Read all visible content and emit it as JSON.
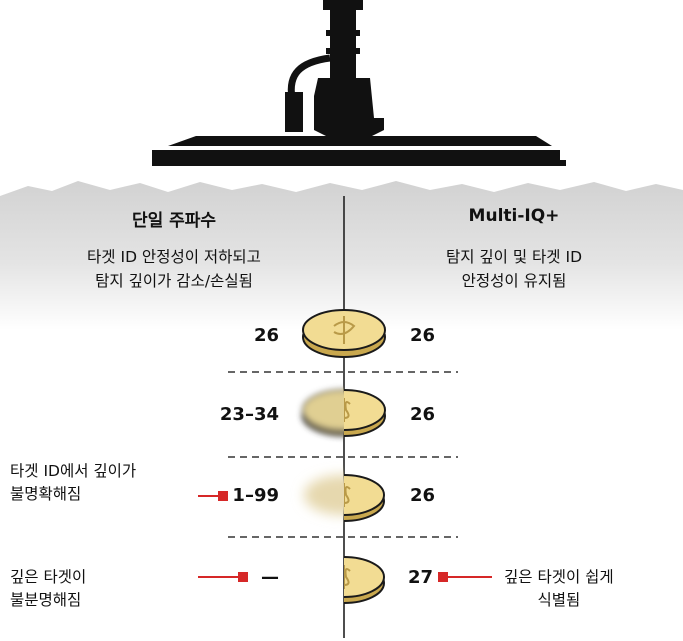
{
  "columns": {
    "left": {
      "heading": "단일 주파수",
      "description": [
        "타겟 ID 안정성이 저하되고",
        "탐지 깊이가 감소/손실됨"
      ]
    },
    "right": {
      "heading": "Multi-IQ+",
      "description": [
        "탐지 깊이 및 타겟 ID",
        "안정성이 유지됨"
      ]
    }
  },
  "rows": [
    {
      "left_id": "26",
      "right_id": "26"
    },
    {
      "left_id": "23–34",
      "right_id": "26"
    },
    {
      "left_id": "1–99",
      "right_id": "26"
    },
    {
      "left_id": "—",
      "right_id": "27"
    }
  ],
  "annotations": {
    "left_row3": [
      "타겟 ID에서 깊이가",
      "불명확해짐"
    ],
    "left_row4": [
      "깊은 타겟이",
      "불분명해짐"
    ],
    "right_row4": [
      "깊은 타겟이 쉽게",
      "식별됨"
    ]
  },
  "colors": {
    "coil": "#111111",
    "soil_top": "#d4d4d4",
    "coin_fill": "#f2dc93",
    "coin_stroke": "#1a1a1a",
    "marker": "#d62828",
    "divider": "#222222",
    "dash": "#666666"
  }
}
